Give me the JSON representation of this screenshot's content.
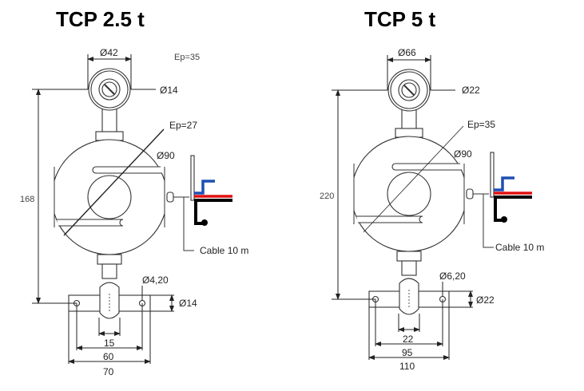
{
  "drawings": [
    {
      "title": "TCP 2.5 t",
      "eye_width": "Ø42",
      "plate_thickness_top": "Ep=35",
      "eye_hole": "Ø14",
      "body_thickness": "Ep=27",
      "body_diameter": "Ø90",
      "cable": "Cable 10 m",
      "height": "168",
      "pin_hole": "Ø4,20",
      "pin_diameter": "Ø14",
      "width_inner": "15",
      "hole_spacing": "60",
      "total_width": "70"
    },
    {
      "title": "TCP 5 t",
      "eye_width": "Ø66",
      "eye_hole": "Ø22",
      "body_thickness": "Ep=35",
      "body_diameter": "Ø90",
      "cable": "Cable 10 m",
      "height": "220",
      "pin_hole": "Ø6,20",
      "pin_diameter": "Ø22",
      "width_inner": "22",
      "hole_spacing": "95",
      "total_width": "110"
    }
  ],
  "colors": {
    "wire_blue": "#1f4fb4",
    "wire_red": "#e01010",
    "wire_black": "#000000"
  }
}
